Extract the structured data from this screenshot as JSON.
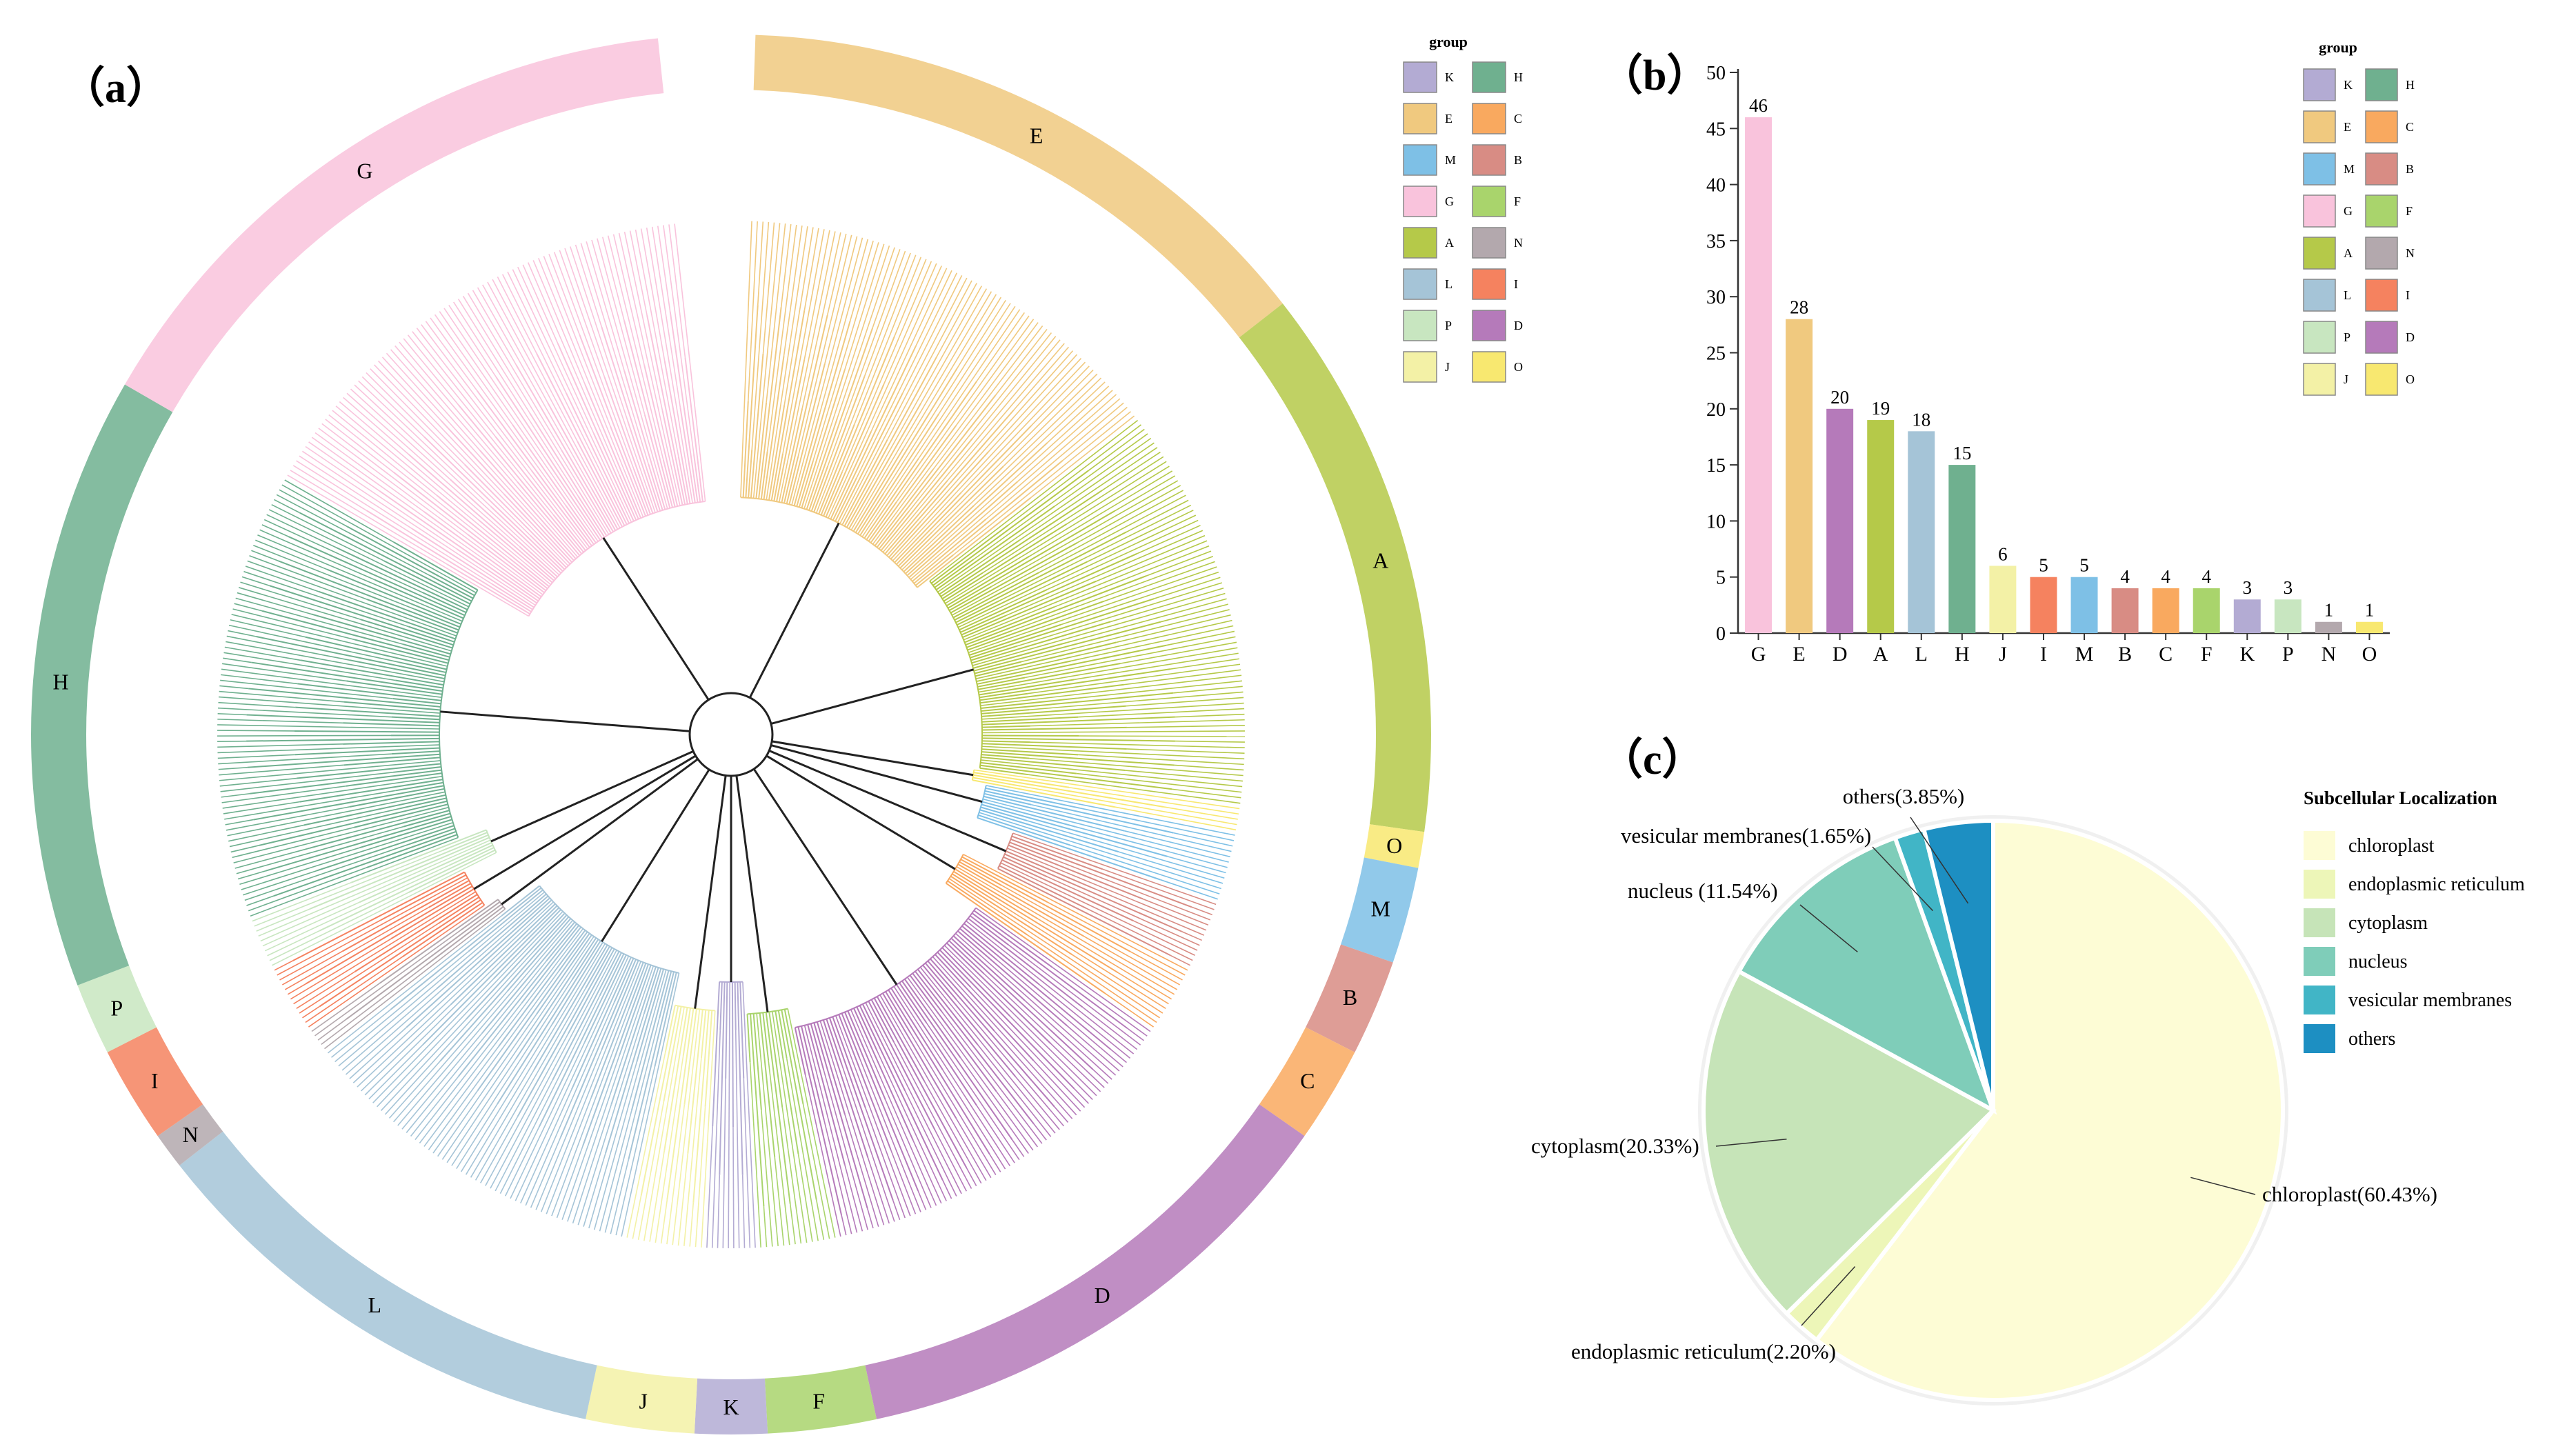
{
  "panel_labels": {
    "a": "（a）",
    "b": "（b）",
    "c": "（c）"
  },
  "colors": {
    "K": "#B3ABD3",
    "H": "#6FB08F",
    "E": "#F0C97F",
    "C": "#F9A95F",
    "M": "#7EC0E6",
    "B": "#D88C84",
    "G": "#F9C3DC",
    "F": "#A9D46C",
    "A": "#B5C949",
    "N": "#B3A8AD",
    "L": "#A5C4D7",
    "I": "#F5825F",
    "P": "#C8E6C0",
    "D": "#B57ABA",
    "J": "#F3F1A6",
    "O": "#F8E870"
  },
  "tree": {
    "groups": [
      {
        "name": "E",
        "start": 2,
        "end": 52
      },
      {
        "name": "A",
        "start": 52,
        "end": 98
      },
      {
        "name": "O",
        "start": 98,
        "end": 101
      },
      {
        "name": "M",
        "start": 101,
        "end": 109
      },
      {
        "name": "B",
        "start": 109,
        "end": 117
      },
      {
        "name": "C",
        "start": 117,
        "end": 125
      },
      {
        "name": "D",
        "start": 125,
        "end": 168
      },
      {
        "name": "F",
        "start": 168,
        "end": 177
      },
      {
        "name": "K",
        "start": 177,
        "end": 183
      },
      {
        "name": "J",
        "start": 183,
        "end": 192
      },
      {
        "name": "L",
        "start": 192,
        "end": 232
      },
      {
        "name": "N",
        "start": 232,
        "end": 235
      },
      {
        "name": "I",
        "start": 235,
        "end": 243
      },
      {
        "name": "P",
        "start": 243,
        "end": 249
      },
      {
        "name": "H",
        "start": 249,
        "end": 300
      },
      {
        "name": "G",
        "start": 300,
        "end": 354
      }
    ]
  },
  "legend_a": {
    "title": "group",
    "items": [
      [
        "K",
        "H"
      ],
      [
        "E",
        "C"
      ],
      [
        "M",
        "B"
      ],
      [
        "G",
        "F"
      ],
      [
        "A",
        "N"
      ],
      [
        "L",
        "I"
      ],
      [
        "P",
        "D"
      ],
      [
        "J",
        "O"
      ]
    ]
  },
  "legend_b": {
    "title": "group",
    "items": [
      [
        "K",
        "H"
      ],
      [
        "E",
        "C"
      ],
      [
        "M",
        "B"
      ],
      [
        "G",
        "F"
      ],
      [
        "A",
        "N"
      ],
      [
        "L",
        "I"
      ],
      [
        "P",
        "D"
      ],
      [
        "J",
        "O"
      ]
    ]
  },
  "chart_data": [
    {
      "type": "bar",
      "categories": [
        "G",
        "E",
        "D",
        "A",
        "L",
        "H",
        "J",
        "I",
        "M",
        "B",
        "C",
        "F",
        "K",
        "P",
        "N",
        "O"
      ],
      "values": [
        46,
        28,
        20,
        19,
        18,
        15,
        6,
        5,
        5,
        4,
        4,
        4,
        3,
        3,
        1,
        1
      ],
      "ylim": [
        0,
        50
      ],
      "yticks": [
        0,
        5,
        10,
        15,
        20,
        25,
        30,
        35,
        40,
        45,
        50
      ],
      "legend_title": "group",
      "legend_position": "top-right"
    },
    {
      "type": "pie",
      "legend_title": "Subcellular Localization",
      "slices": [
        {
          "name": "chloroplast",
          "value": 60.43,
          "label": "chloroplast(60.43%)",
          "color": "#FDFCD5"
        },
        {
          "name": "endoplasmic reticulum",
          "value": 2.2,
          "label": "endoplasmic reticulum(2.20%)",
          "color": "#EDF6B8"
        },
        {
          "name": "cytoplasm",
          "value": 20.33,
          "label": "cytoplasm(20.33%)",
          "color": "#C6E4B8"
        },
        {
          "name": "nucleus",
          "value": 11.54,
          "label": "nucleus (11.54%)",
          "color": "#7FCDB9"
        },
        {
          "name": "vesicular membranes",
          "value": 1.65,
          "label": "vesicular membranes(1.65%)",
          "color": "#41B5C6"
        },
        {
          "name": "others",
          "value": 3.85,
          "label": "others(3.85%)",
          "color": "#1D8FC2"
        }
      ]
    }
  ]
}
